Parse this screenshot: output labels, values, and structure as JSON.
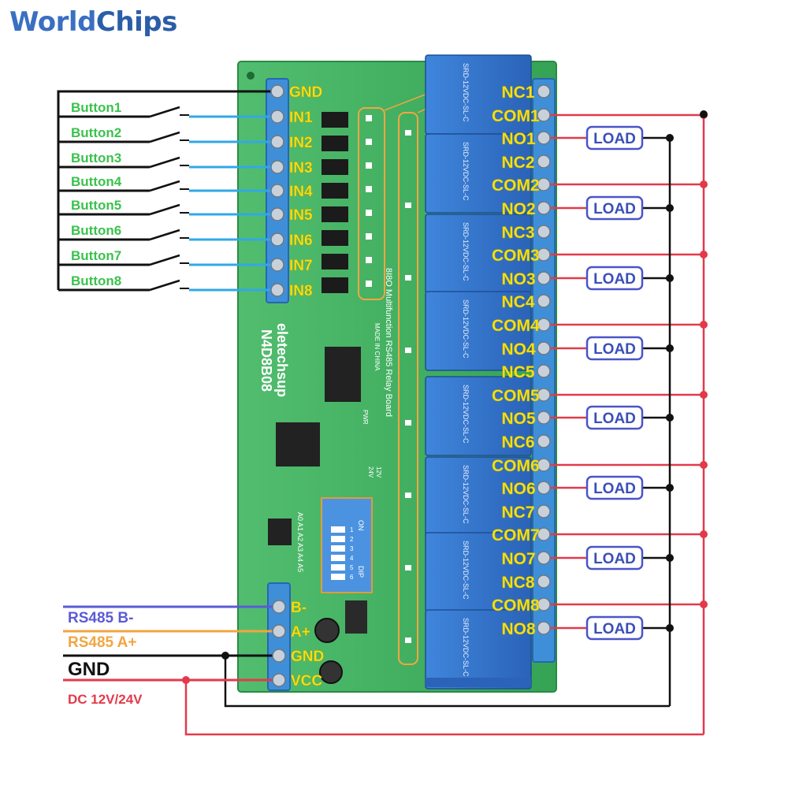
{
  "logo": {
    "word1": "World",
    "word2": "Chips"
  },
  "board": {
    "title_top": "eletechsup",
    "model": "N4D8B08",
    "vertical_text": "8I8O Multifunction RS485 Relay Board",
    "made_in": "MADE IN CHINA",
    "dip_label": "DIP",
    "dip_on": "ON",
    "dip_numbers": [
      "1",
      "2",
      "3",
      "4",
      "5",
      "6"
    ],
    "addr_labels": "A0 A1 A2 A3 A4 A5",
    "pwr_label": "PWR",
    "v12": "12V",
    "v24": "24V"
  },
  "input_terminals": [
    "GND",
    "IN1",
    "IN2",
    "IN3",
    "IN4",
    "IN5",
    "IN6",
    "IN7",
    "IN8"
  ],
  "buttons": [
    "Button1",
    "Button2",
    "Button3",
    "Button4",
    "Button5",
    "Button6",
    "Button7",
    "Button8"
  ],
  "relay_terminals": [
    "NC1",
    "COM1",
    "NO1",
    "NC2",
    "COM2",
    "NO2",
    "NC3",
    "COM3",
    "NO3",
    "NC4",
    "COM4",
    "NO4",
    "NC5",
    "COM5",
    "NO5",
    "NC6",
    "COM6",
    "NO6",
    "NC7",
    "COM7",
    "NO7",
    "NC8",
    "COM8",
    "NO8"
  ],
  "relay_spec": "SRD-12VDC-SL-C",
  "load_label": "LOAD",
  "power_terminals": [
    "B-",
    "A+",
    "GND",
    "VCC"
  ],
  "power_legend": [
    {
      "label": "RS485 B-",
      "color": "#5b5bd6"
    },
    {
      "label": "RS485 A+",
      "color": "#f2a541"
    },
    {
      "label": "GND",
      "color": "#111111"
    },
    {
      "label": "DC 12V/24V",
      "color": "#e23a4a"
    }
  ],
  "colors": {
    "board": "#3fae5e",
    "terminal": "#3f8fd8",
    "relay": "#2f6fc7",
    "label_yellow": "#f4e11a",
    "button_green": "#3bc24d",
    "wire_blue": "#31a8e6",
    "wire_red": "#e23a4a",
    "wire_black": "#111111",
    "load_border": "#4a55c8",
    "load_text": "#3b4fb8"
  }
}
